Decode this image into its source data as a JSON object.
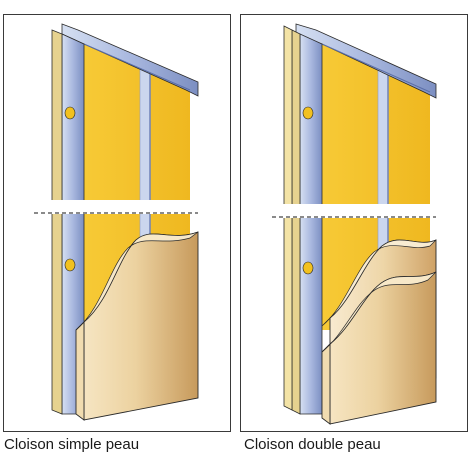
{
  "panels": [
    {
      "id": "simple",
      "caption": "Cloison simple peau"
    },
    {
      "id": "double",
      "caption": "Cloison double peau"
    }
  ],
  "colors": {
    "background": "#ffffff",
    "frame": "#3a3a3a",
    "insulation": "#f5c22b",
    "insulation_dark": "#e2a916",
    "stud_front": "#9fb0da",
    "stud_light": "#d6e0f2",
    "stud_shadow": "#6f82b8",
    "hole": "#f2c11f",
    "board_front": "#ecd2a0",
    "board_light": "#f6e5c2",
    "board_dark": "#c79a5c",
    "board_edge": "#f1dcb0",
    "outline": "#2b2b2b",
    "cut_line": "#444444"
  }
}
